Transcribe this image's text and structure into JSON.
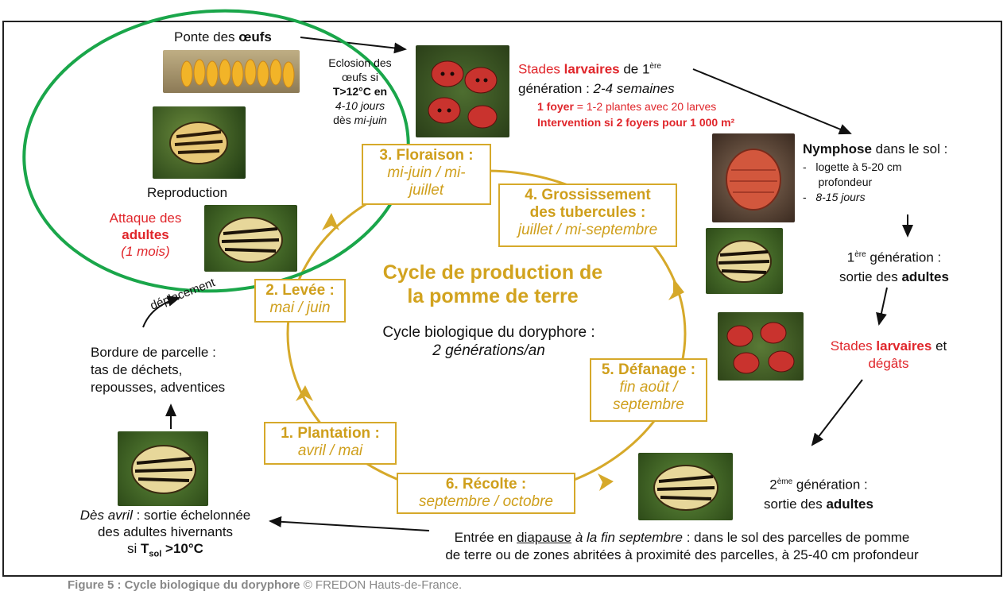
{
  "diagram": {
    "center_title_line1": "Cycle de production de",
    "center_title_line2": "la pomme de terre",
    "center_sub_line1": "Cycle biologique du doryphore :",
    "center_sub_line2": "2 générations/an",
    "phases": [
      {
        "title": "1. Plantation :",
        "period": "avril / mai"
      },
      {
        "title": "2. Levée :",
        "period": "mai / juin"
      },
      {
        "title": "3. Floraison :",
        "period_line1": "mi-juin / mi-",
        "period_line2": "juillet"
      },
      {
        "title_line1": "4. Grossissement",
        "title_line2": "des tubercules :",
        "period": "juillet / mi-septembre"
      },
      {
        "title": "5. Défanage :",
        "period_line1": "fin août /",
        "period_line2": "septembre"
      },
      {
        "title": "6. Récolte :",
        "period": "septembre / octobre"
      }
    ],
    "ponte": {
      "pre": "Ponte des ",
      "bold": "œufs"
    },
    "eclosion": {
      "l1": "Eclosion des",
      "l2": "œufs si",
      "l3": "T>12°C en",
      "l4": "4-10 jours",
      "l5_pre": "dès ",
      "l5_it": "mi-juin"
    },
    "reproduction": "Reproduction",
    "attaque": {
      "l1": "Attaque des",
      "l2": "adultes",
      "l3": "(1 mois)"
    },
    "deplacement": "déplacement",
    "bordure": {
      "l1": "Bordure de parcelle :",
      "l2": "tas de déchets,",
      "l3": "repousses, adventices"
    },
    "sortie_avril": {
      "l1_it": "Dès avril",
      "l1_rest": " : sortie échelonnée",
      "l2": "des adultes hivernants",
      "l3_pre": "si ",
      "l3_T": "T",
      "l3_sub": "sol",
      "l3_post": " >10°C"
    },
    "larvaires1": {
      "pre": "Stades ",
      "bold": "larvaires",
      "post": " de 1",
      "sup": "ère",
      "l2_pre": "génération : ",
      "l2_it": "2-4 semaines"
    },
    "foyer": {
      "b1": "1 foyer",
      "r1": " = 1-2 plantes avec 20 larves",
      "b2": "Intervention",
      "r2": " si 2 foyers pour 1 000 m²"
    },
    "nymphose": {
      "bold": "Nymphose",
      "rest": " dans le sol :",
      "b1": "logette à 5-20 cm",
      "b1b": "profondeur",
      "b2": "8-15 jours"
    },
    "gen1": {
      "l1_pre": "1",
      "l1_sup": "ère",
      "l1_post": " génération :",
      "l2_pre": "sortie des ",
      "l2_bold": "adultes"
    },
    "larvaires2": {
      "pre": "Stades ",
      "bold": "larvaires",
      "post": " et",
      "l2": "dégâts"
    },
    "gen2": {
      "l1_pre": "2",
      "l1_sup": "ème",
      "l1_post": " génération :",
      "l2_pre": "sortie des ",
      "l2_bold": "adultes"
    },
    "diapause": {
      "l1_pre": "Entrée en ",
      "l1_u": "diapause",
      "l1_it": " à la fin septembre",
      "l1_post": " : dans le sol des parcelles de pomme",
      "l2": "de terre ou de zones abritées à proximité des parcelles, à 25-40 cm profondeur"
    }
  },
  "caption": {
    "bold": "Figure 5 : Cycle biologique du doryphore",
    "rest": " © FREDON Hauts-de-France."
  },
  "colors": {
    "phase": "#d6a92a",
    "red": "#e0262b",
    "highlight": "#1aa64a",
    "caption": "#888888"
  }
}
